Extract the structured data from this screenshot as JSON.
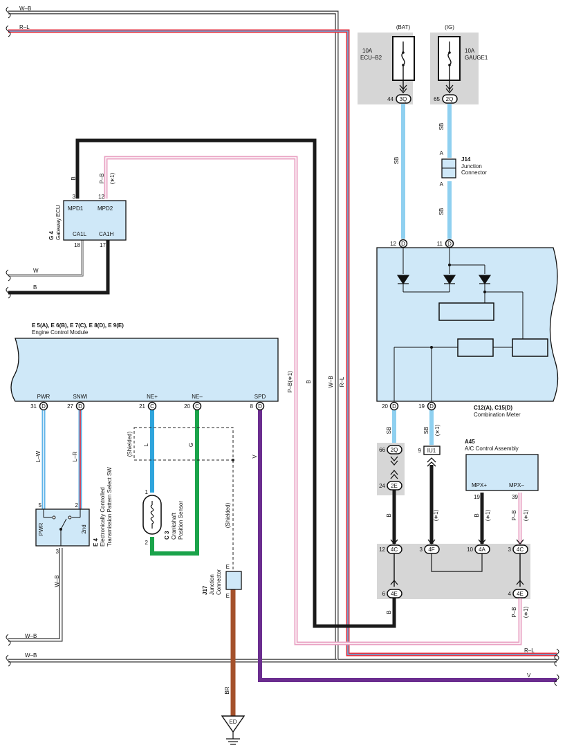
{
  "supplies": {
    "bat": {
      "source": "(BAT)",
      "amp": "10A",
      "fuse": "ECU–B2",
      "pin": "44",
      "conn": "3Q"
    },
    "ig": {
      "source": "(IG)",
      "amp": "10A",
      "fuse": "GAUGE1",
      "pin": "65",
      "conn": "2Q"
    }
  },
  "junctions": {
    "j14": {
      "id": "J14",
      "name_line1": "Junction",
      "name_line2": "Connector",
      "pin_top": "A",
      "pin_bottom": "A"
    },
    "j17": {
      "id": "J17",
      "name_line1": "Junction",
      "name_line2": "Connector",
      "pin_top": "E",
      "pin_bottom": "E"
    }
  },
  "gateway": {
    "id": "G 4",
    "name": "Gateway ECU",
    "mpd1": "MPD1",
    "mpd2": "MPD2",
    "ca1l": "CA1L",
    "ca1h": "CA1H",
    "pin_mpd1": "3",
    "pin_mpd2": "12",
    "pin_ca1l": "18",
    "pin_ca1h": "17"
  },
  "ecm": {
    "id": "E 5(A), E 6(B), E 7(C), E 8(D), E 9(E)",
    "name": "Engine Control Module",
    "pins": [
      {
        "label": "PWR",
        "num": "31",
        "conn": "D"
      },
      {
        "label": "SNWI",
        "num": "27",
        "conn": "D"
      },
      {
        "label": "NE+",
        "num": "21",
        "conn": "C"
      },
      {
        "label": "NE–",
        "num": "20",
        "conn": "C"
      },
      {
        "label": "SPD",
        "num": "8",
        "conn": "D"
      }
    ]
  },
  "meter": {
    "id": "C12(A), C15(D)",
    "name": "Combination Meter",
    "pin_top1": "12",
    "pin_top2": "11",
    "pin_bot1": "20",
    "pin_bot2": "19",
    "conn": "D"
  },
  "ac": {
    "id": "A45",
    "name": "A/C Control Assembly",
    "mpx_plus": "MPX+",
    "mpx_minus": "MPX–",
    "pin_plus": "19",
    "pin_minus": "39"
  },
  "e4": {
    "id": "E 4",
    "name_line1": "Electronically Controlled",
    "name_line2": "Transmission Pattern Select SW",
    "pwr": "PWR",
    "second": "2nd",
    "pin5": "5",
    "pin2": "2",
    "pin3": "3"
  },
  "c3": {
    "id": "C 3",
    "name_line1": "Crankshaft",
    "name_line2": "Position Sensor",
    "pin1": "1",
    "pin2": "2"
  },
  "ground": {
    "label": "ED"
  },
  "wires": {
    "wb": "W–B",
    "rl": "R–L",
    "w": "W",
    "b": "B",
    "sb": "SB",
    "pb": "P–B",
    "pb1": "P–B(∗1)",
    "lw": "L–W",
    "lr": "L–R",
    "l": "L",
    "g": "G",
    "v": "V",
    "br": "BR",
    "star1": "(∗1)",
    "shielded": "(Shielded)"
  },
  "splices": {
    "s66": {
      "pin": "66",
      "conn": "2Q"
    },
    "s24": {
      "pin": "24",
      "conn": "2E"
    },
    "s9": {
      "pin": "9",
      "conn": "IU1"
    },
    "s12": {
      "pin": "12",
      "conn": "4C"
    },
    "s3a": {
      "pin": "3",
      "conn": "4F"
    },
    "s10": {
      "pin": "10",
      "conn": "4A"
    },
    "s3b": {
      "pin": "3",
      "conn": "4C"
    },
    "s6": {
      "pin": "6",
      "conn": "4E"
    },
    "s4": {
      "pin": "4",
      "conn": "4E"
    }
  }
}
